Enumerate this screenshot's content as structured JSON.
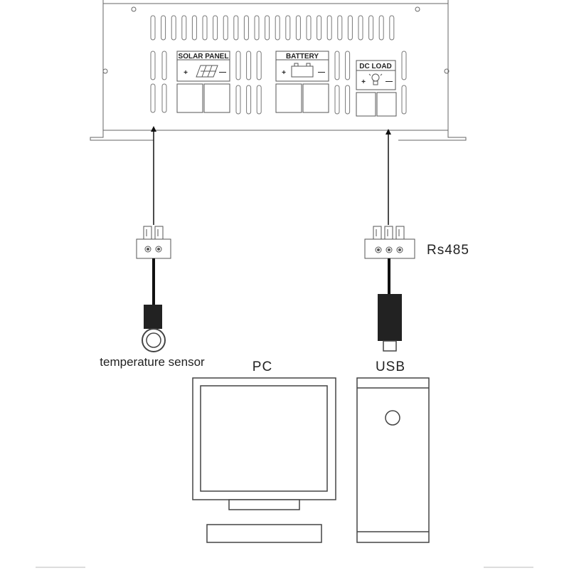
{
  "controller": {
    "ports": [
      {
        "label": "SOLAR PANEL",
        "plus": "+",
        "minus": "—",
        "icon": "solar-panel-icon"
      },
      {
        "label": "BATTERY",
        "plus": "+",
        "minus": "—",
        "icon": "battery-icon"
      },
      {
        "label": "DC LOAD",
        "plus": "+",
        "minus": "—",
        "icon": "bulb-icon"
      }
    ]
  },
  "labels": {
    "rs485": "Rs485",
    "temperature_sensor": "temperature sensor",
    "pc": "PC",
    "usb": "USB"
  },
  "colors": {
    "stroke": "#555555",
    "cable": "#111111",
    "plug": "#222222"
  }
}
